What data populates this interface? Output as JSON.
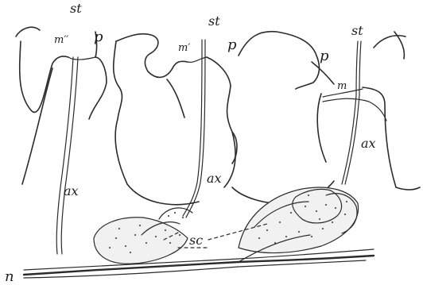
{
  "labels": {
    "st_left": "st",
    "st_mid": "st",
    "st_right": "st",
    "m_left": "m′′",
    "m_mid": "m′",
    "m_right": "m",
    "p_left": "p",
    "p_mid": "p",
    "p_right": "p",
    "ax_left": "ax",
    "ax_mid": "ax",
    "ax_right": "ax",
    "sc": "sc",
    "n": "n"
  },
  "colors": {
    "ink": "#2b2b2b",
    "paper": "#ffffff"
  }
}
